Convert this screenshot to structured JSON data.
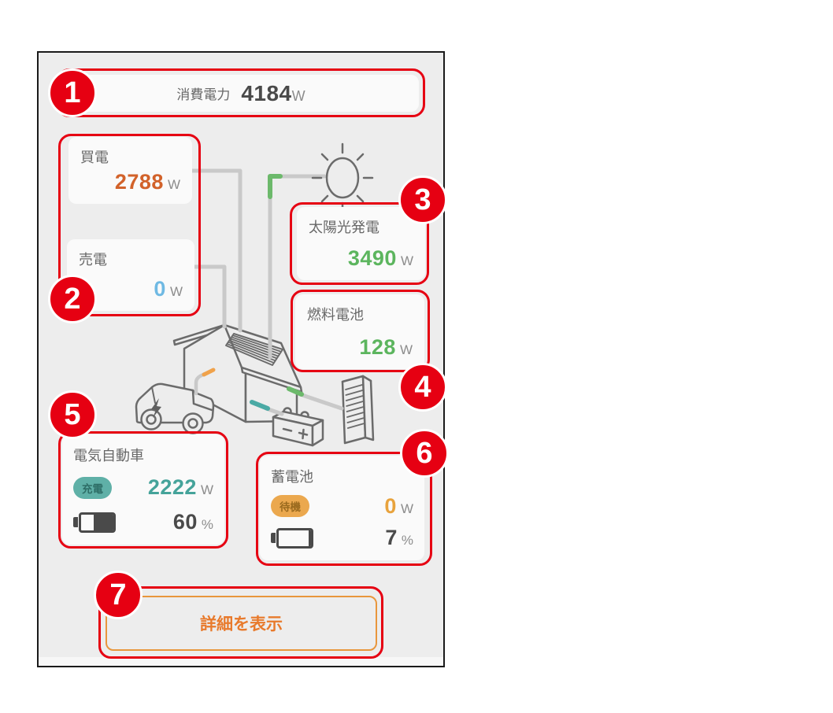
{
  "annotations": [
    "1",
    "2",
    "3",
    "4",
    "5",
    "6",
    "7"
  ],
  "consumption": {
    "label": "消費電力",
    "value": "4184",
    "unit": "W"
  },
  "buy": {
    "label": "買電",
    "value": "2788",
    "unit": "W"
  },
  "sell": {
    "label": "売電",
    "value": "0",
    "unit": "W"
  },
  "solar": {
    "label": "太陽光発電",
    "value": "3490",
    "unit": "W"
  },
  "fuel_cell": {
    "label": "燃料電池",
    "value": "128",
    "unit": "W"
  },
  "ev": {
    "label": "電気自動車",
    "status_badge": "充電",
    "value": "2222",
    "unit": "W",
    "soc": "60",
    "soc_unit": "%"
  },
  "storage": {
    "label": "蓄電池",
    "status_badge": "待機",
    "value": "0",
    "unit": "W",
    "soc": "7",
    "soc_unit": "%"
  },
  "details_button": {
    "label": "詳細を表示"
  },
  "icons": {
    "sun": "sun-icon",
    "house": "house-with-solar-roof-icon",
    "car": "electric-car-icon",
    "battery_device": "storage-battery-device-icon",
    "fuel_cell_device": "fuel-cell-unit-icon",
    "ev_battery_gauge": "battery-level-icon",
    "storage_battery_gauge": "battery-level-icon"
  },
  "colors": {
    "annotation_red": "#e60012",
    "panel_background": "#ededed",
    "buy_value": "#d2622a",
    "sell_value": "#6fb9e3",
    "generation_green": "#5cb55e",
    "ev_teal": "#45a39a",
    "standby_amber": "#e8a33d",
    "button_orange": "#e87a2c",
    "wire_gray": "#c9c9c9",
    "wire_green": "#6cb96b",
    "wire_teal": "#4aaaa5",
    "wire_orange": "#f0a24b"
  }
}
